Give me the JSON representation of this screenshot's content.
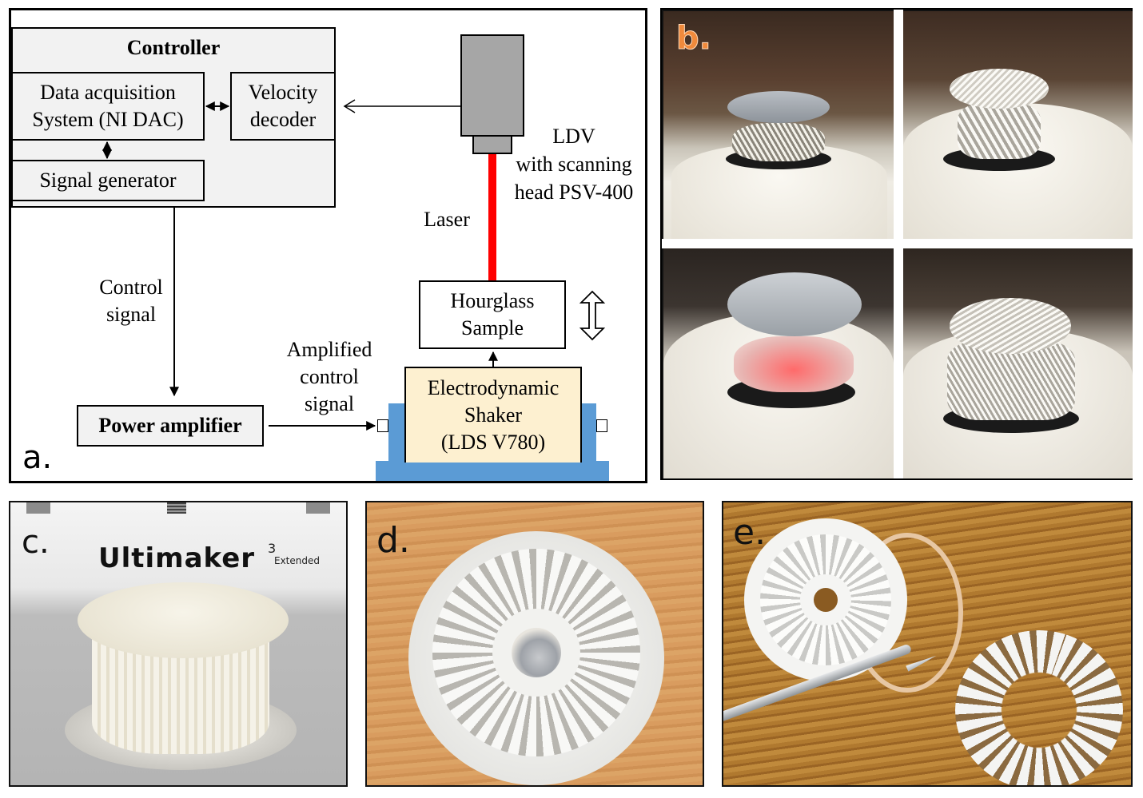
{
  "panel_a": {
    "letter": "a.",
    "controller": {
      "title": "Controller",
      "daq": [
        "Data acquisition",
        "System (NI DAC)"
      ],
      "velocity_decoder": [
        "Velocity",
        "decoder"
      ],
      "signal_generator": "Signal generator"
    },
    "ldv_label": [
      "LDV",
      "with scanning",
      "head PSV-400"
    ],
    "laser_label": "Laser",
    "control_signal_label": [
      "Control",
      "signal"
    ],
    "amplified_label": [
      "Amplified",
      "control",
      "signal"
    ],
    "power_amplifier": "Power amplifier",
    "sample": [
      "Hourglass",
      "Sample"
    ],
    "shaker": [
      "Electrodynamic",
      "Shaker",
      "(LDS V780)"
    ],
    "colors": {
      "controller_fill": "#f2f2f2",
      "ldv_fill": "#a6a6a6",
      "laser": "#ff0000",
      "shaker_fill": "#fdf0d0",
      "shaker_base": "#5b9bd5"
    }
  },
  "panel_b": {
    "letter": "b.",
    "letter_color": "#f08a3c",
    "photos": [
      "Sample mounted on shaker with top plate",
      "Hexagonal lattice sample on shaker",
      "Sample under laser illumination",
      "Triangular lattice sample on shaker"
    ]
  },
  "panel_c": {
    "letter": "c.",
    "printer_brand": "Ultimaker",
    "printer_model_sup": "3",
    "printer_model": "Extended"
  },
  "panel_d": {
    "letter": "d."
  },
  "panel_e": {
    "letter": "e."
  }
}
